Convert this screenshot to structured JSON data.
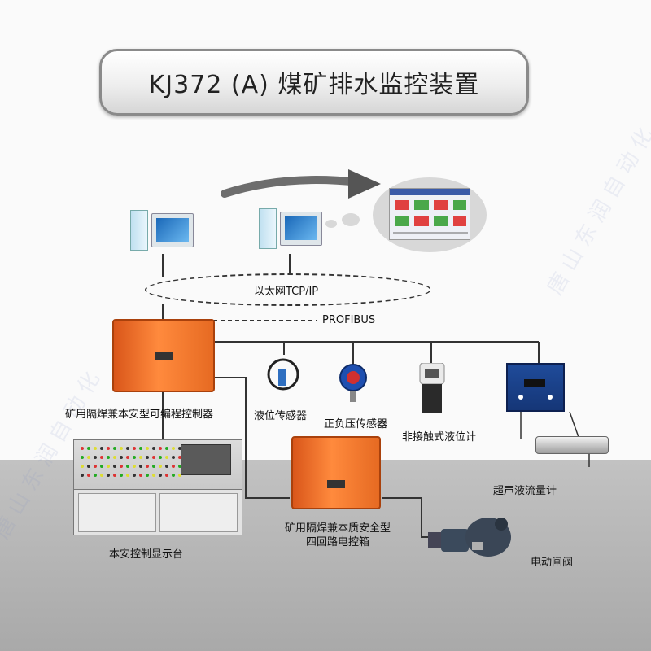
{
  "title": "KJ372 (A) 煤矿排水监控装置",
  "network": {
    "ethernet_label": "以太网TCP/IP",
    "profibus_label": "PROFIBUS"
  },
  "devices": {
    "controller_label": "矿用隔焊兼本安型可编程控制器",
    "level_sensor_label": "液位传感器",
    "pressure_sensor_label": "正负压传感器",
    "noncontact_level_label": "非接触式液位计",
    "flowmeter_label": "超声液流量计",
    "console_label": "本安控制显示台",
    "control_box_label_line1": "矿用隔焊兼本质安全型",
    "control_box_label_line2": "四回路电控箱",
    "valve_label": "电动闸阀"
  },
  "colors": {
    "enclosure_orange": "#f07a2e",
    "meter_blue": "#1f4b9a",
    "line": "#333333"
  }
}
